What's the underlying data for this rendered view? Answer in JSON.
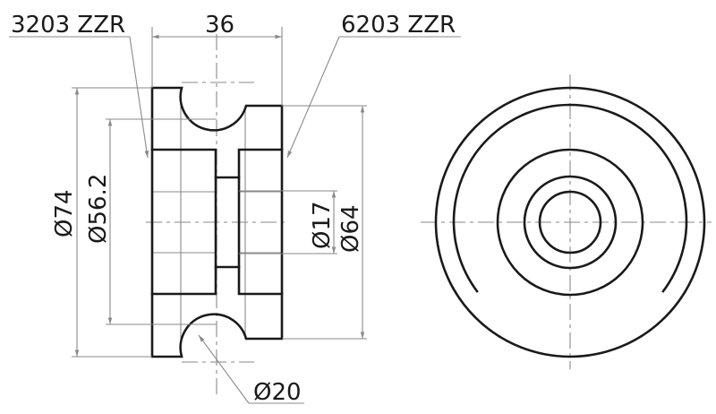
{
  "drawing": {
    "type": "technical drawing - grooved pulley / roller with bearings",
    "views": [
      "side section view",
      "front view"
    ],
    "labels": {
      "bearing_left": "3203 ZZR",
      "bearing_right": "6203 ZZR",
      "width": "36",
      "outer_diameter": "Ø74",
      "groove_bottom_diameter": "Ø56.2",
      "bore_diameter": "Ø17",
      "right_flange_diameter": "Ø64",
      "groove_diameter": "Ø20"
    },
    "colors": {
      "outline": "#1a1a1a",
      "dimension_lines": "#8a8a8a",
      "background": "#ffffff"
    }
  }
}
